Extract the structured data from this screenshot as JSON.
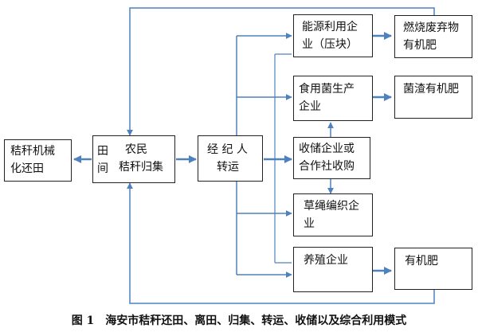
{
  "nodes": {
    "machine_return": {
      "line1": "秸秆机械",
      "line2": "化还田"
    },
    "farmer": {
      "side1": "田",
      "side2": "间",
      "line1": "农民",
      "line2": "秸秆归集"
    },
    "broker": {
      "line1": "经 纪 人",
      "line2": "转运"
    },
    "storage": {
      "line1": "收储企业或",
      "line2": "合作社收购"
    },
    "energy": {
      "line1": "能源利用企",
      "line2": "业（压块）"
    },
    "fungus": {
      "line1": "食用菌生产",
      "line2": "企业"
    },
    "rope": {
      "line1": "草绳编织企",
      "line2": "业"
    },
    "breeding": {
      "line1": "养殖企业"
    },
    "waste_fert": {
      "line1": "燃烧废弃物",
      "line2": "有机肥"
    },
    "residue_fert": {
      "line1": "菌渣有机肥"
    },
    "organic_fert": {
      "line1": "有机肥"
    }
  },
  "caption": "图 1　海安市秸秆还田、离田、归集、转运、收储以及综合利用模式",
  "colors": {
    "arrow": "#4f81bd",
    "border": "#222222"
  }
}
